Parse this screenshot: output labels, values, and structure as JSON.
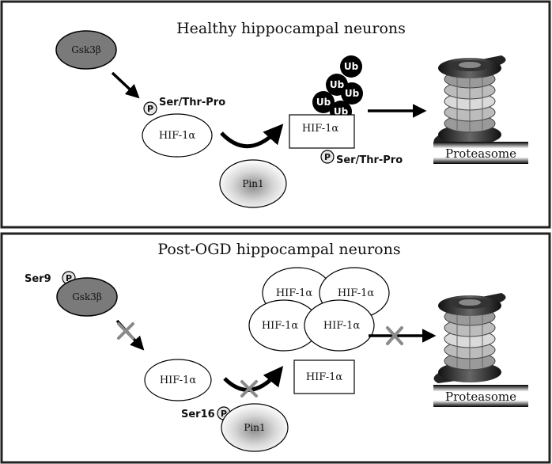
{
  "panel_top": {
    "title": "Healthy hippocampal neurons",
    "kinase": "Gsk3β",
    "site": "Ser/Thr-Pro",
    "hif_free": "HIF-1α",
    "pin": "Pin1",
    "hif_tagged": "HIF-1α",
    "ub": [
      "Ub",
      "Ub",
      "Ub",
      "Ub",
      "Ub"
    ],
    "site_bottom": "Ser/Thr-Pro",
    "proteasome": "Proteasome",
    "p_marker": "P"
  },
  "panel_bottom": {
    "title": "Post-OGD hippocampal neurons",
    "kinase": "Gsk3β",
    "kinase_site": "Ser9",
    "hif_free": "HIF-1α",
    "pin": "Pin1",
    "pin_site": "Ser16",
    "cluster": [
      "HIF-1α",
      "HIF-1α",
      "HIF-1α",
      "HIF-1α"
    ],
    "hif_box": "HIF-1α",
    "proteasome": "Proteasome",
    "p_marker": "P"
  },
  "colors": {
    "kinase_fill": "#7a7a7a",
    "block_mark": "#8a8a8a",
    "ub_fill": "#000000",
    "border": "#222222"
  }
}
